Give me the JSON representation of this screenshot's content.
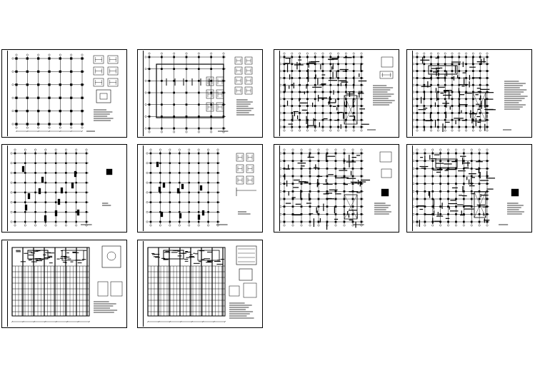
{
  "sheet_set": {
    "sheets": [
      {
        "id": "s1",
        "kind": "foundation-grid"
      },
      {
        "id": "s2",
        "kind": "column-plan-details"
      },
      {
        "id": "s3",
        "kind": "beam-reinforcement-plan"
      },
      {
        "id": "s4",
        "kind": "beam-reinforcement-plan"
      },
      {
        "id": "s5",
        "kind": "column-grid-plan"
      },
      {
        "id": "s6",
        "kind": "column-grid-plan-details"
      },
      {
        "id": "s7",
        "kind": "slab-plan"
      },
      {
        "id": "s8",
        "kind": "slab-plan"
      },
      {
        "id": "s9",
        "kind": "roof-framing-plan"
      },
      {
        "id": "s10",
        "kind": "roof-framing-plan"
      }
    ]
  },
  "colors": {
    "line": "#000000",
    "background": "#ffffff"
  }
}
